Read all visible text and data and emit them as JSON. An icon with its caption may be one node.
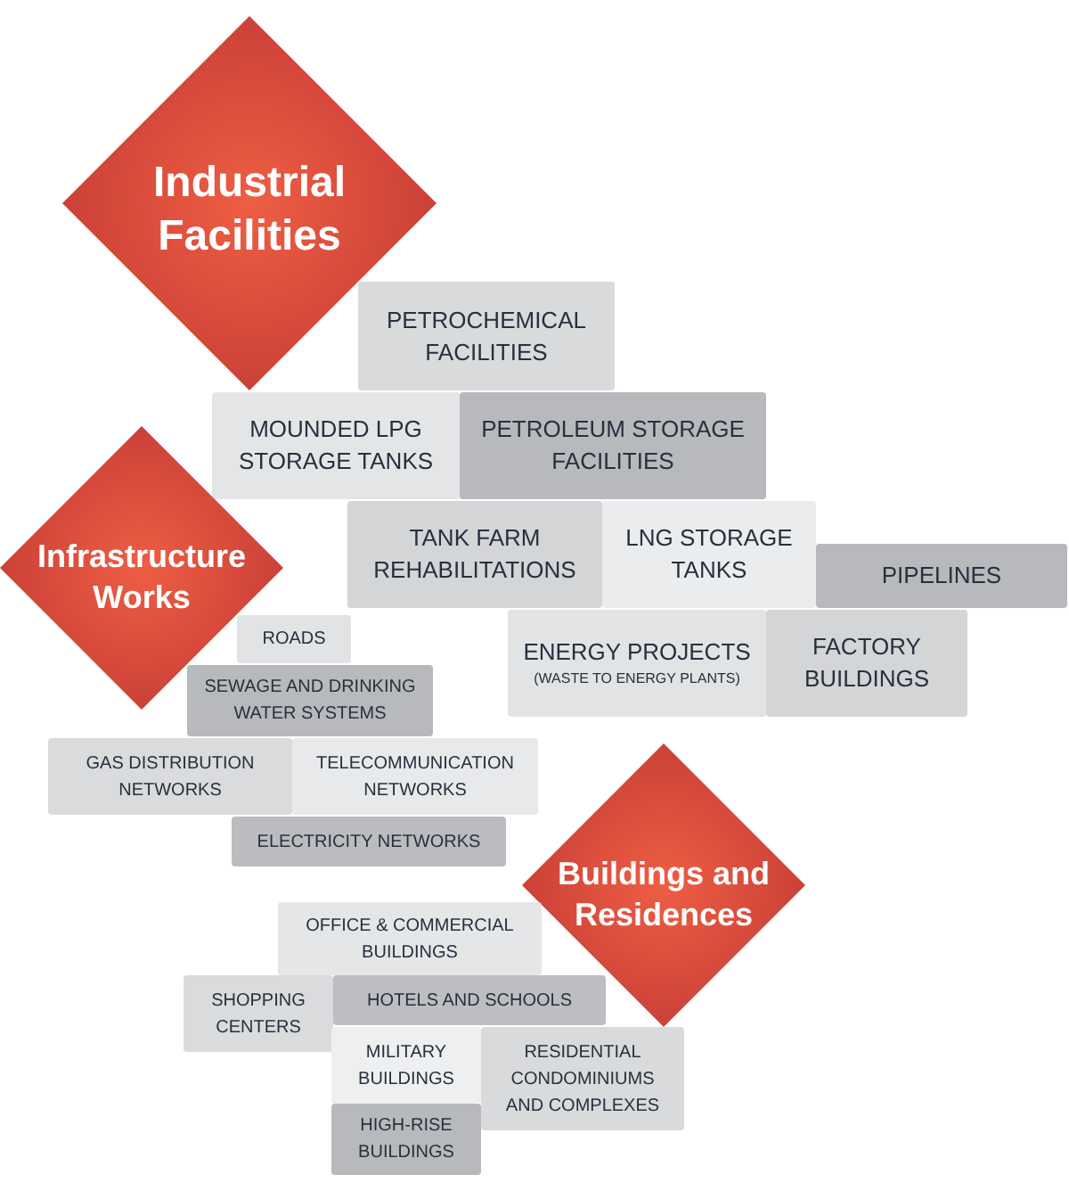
{
  "diagram": {
    "nodes": [
      {
        "text": [
          "Industrial Facilities"
        ]
      },
      {
        "text": [
          "PETROCHEMICAL FACILITIES"
        ]
      },
      {
        "text": [
          "MOUNDED LPG STORAGE TANKS"
        ]
      },
      {
        "text": [
          "PETROLEUM STORAGE FACILITIES"
        ]
      },
      {
        "text": [
          "TANK FARM REHABILITATIONS"
        ]
      },
      {
        "text": [
          "LNG STORAGE TANKS"
        ]
      },
      {
        "text": [
          "PIPELINES"
        ]
      },
      {
        "text": [
          "ENERGY PROJECTS",
          "(WASTE TO ENERGY PLANTS)"
        ]
      },
      {
        "text": [
          "FACTORY BUILDINGS"
        ]
      },
      {
        "text": [
          "Infrastructure Works"
        ]
      },
      {
        "text": [
          "ROADS"
        ]
      },
      {
        "text": [
          "SEWAGE AND DRINKING WATER SYSTEMS"
        ]
      },
      {
        "text": [
          "GAS DISTRIBUTION NETWORKS"
        ]
      },
      {
        "text": [
          "TELECOMMUNICATION NETWORKS"
        ]
      },
      {
        "text": [
          "ELECTRICITY NETWORKS"
        ]
      },
      {
        "text": [
          "Buildings and Residences"
        ]
      },
      {
        "text": [
          "OFFICE & COMMERCIAL BUILDINGS"
        ]
      },
      {
        "text": [
          "SHOPPING CENTERS"
        ]
      },
      {
        "text": [
          "HOTELS AND SCHOOLS"
        ]
      },
      {
        "text": [
          "MILITARY BUILDINGS"
        ]
      },
      {
        "text": [
          "RESIDENTIAL CONDOMINIUMS AND COMPLEXES"
        ]
      },
      {
        "text": [
          "HIGH-RISE BUILDINGS"
        ]
      }
    ]
  }
}
